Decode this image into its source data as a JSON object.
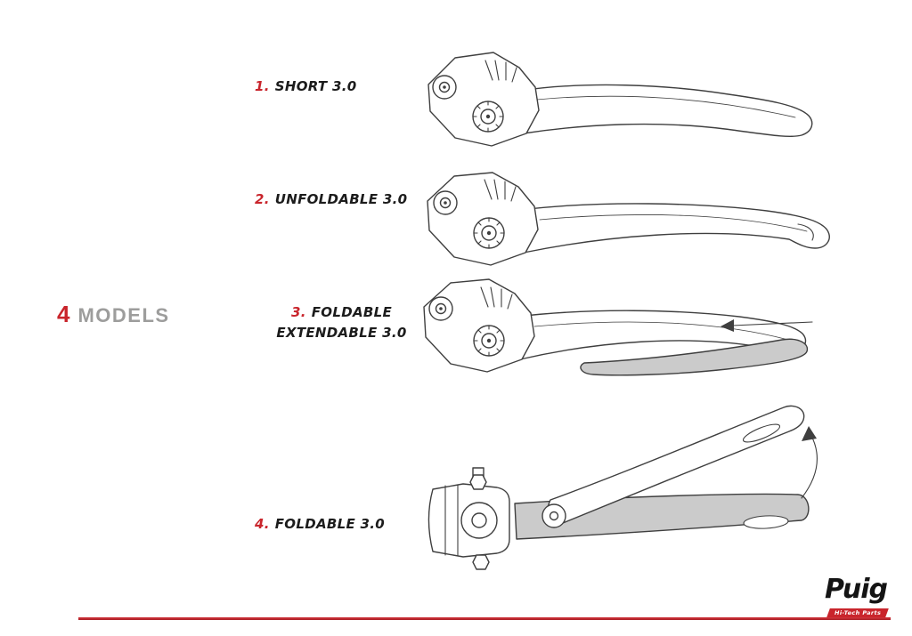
{
  "heading": {
    "count": "4",
    "word": "MODELS"
  },
  "models": [
    {
      "number": "1.",
      "name": "SHORT 3.0"
    },
    {
      "number": "2.",
      "name": "UNFOLDABLE 3.0"
    },
    {
      "number": "3.",
      "name": "FOLDABLE EXTENDABLE 3.0"
    },
    {
      "number": "4.",
      "name": "FOLDABLE 3.0"
    }
  ],
  "illustrations": [
    {
      "id": "lever-short-3-0",
      "label": "Short 3.0 lever line drawing"
    },
    {
      "id": "lever-unfoldable-3-0",
      "label": "Unfoldable 3.0 lever line drawing"
    },
    {
      "id": "lever-foldable-extendable-3-0",
      "label": "Foldable Extendable 3.0 lever with gray extension and left arrow"
    },
    {
      "id": "lever-foldable-3-0",
      "label": "Foldable 3.0 lever folded upward with curved arrow"
    }
  ],
  "footer": {
    "brand": "Puig",
    "tagline": "Hi-Tech Parts"
  },
  "colors": {
    "accent_red": "#c9252c",
    "heading_gray": "#9d9d9c",
    "line_ink": "#3f3f3f",
    "shade_gray": "#cbcbcb",
    "background": "#ffffff"
  }
}
